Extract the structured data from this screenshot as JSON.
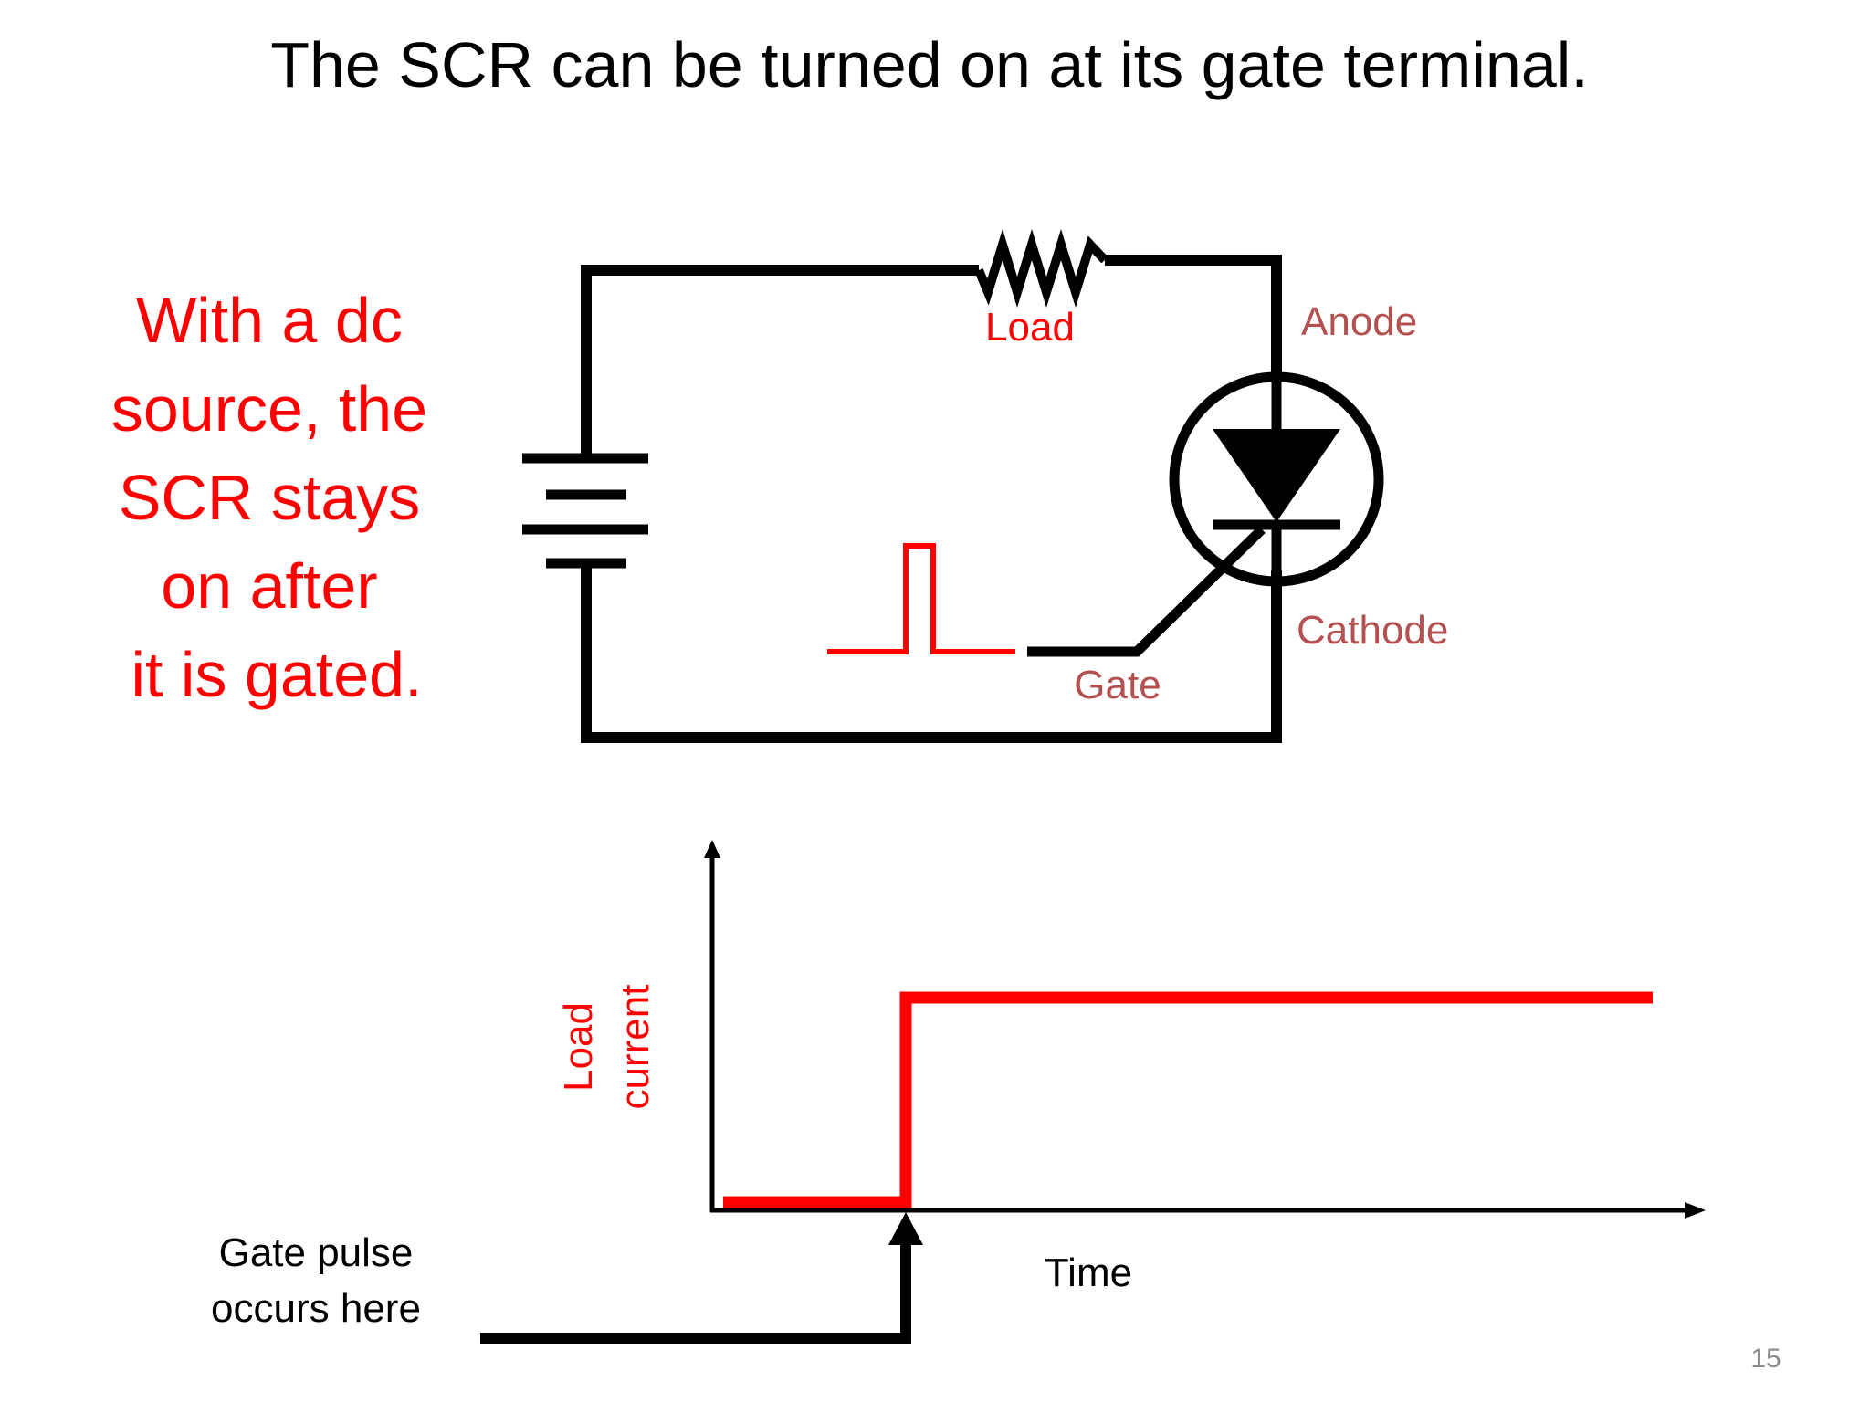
{
  "slide": {
    "title": "The SCR can be turned on at its gate terminal.",
    "side_note": [
      "With a dc",
      "source, the",
      "SCR stays",
      "on after",
      "it is gated."
    ],
    "page_number": "15"
  },
  "circuit": {
    "load_label": "Load",
    "anode_label": "Anode",
    "cathode_label": "Cathode",
    "gate_label": "Gate"
  },
  "graph": {
    "y_label_line1": "Load",
    "y_label_line2": "current",
    "x_label": "Time",
    "annotation_line1": "Gate pulse",
    "annotation_line2": "occurs here"
  },
  "colors": {
    "accent_red": "#ff0000",
    "label_brown": "#b45050",
    "ink": "#000000",
    "page_number": "#8c8c8c"
  }
}
